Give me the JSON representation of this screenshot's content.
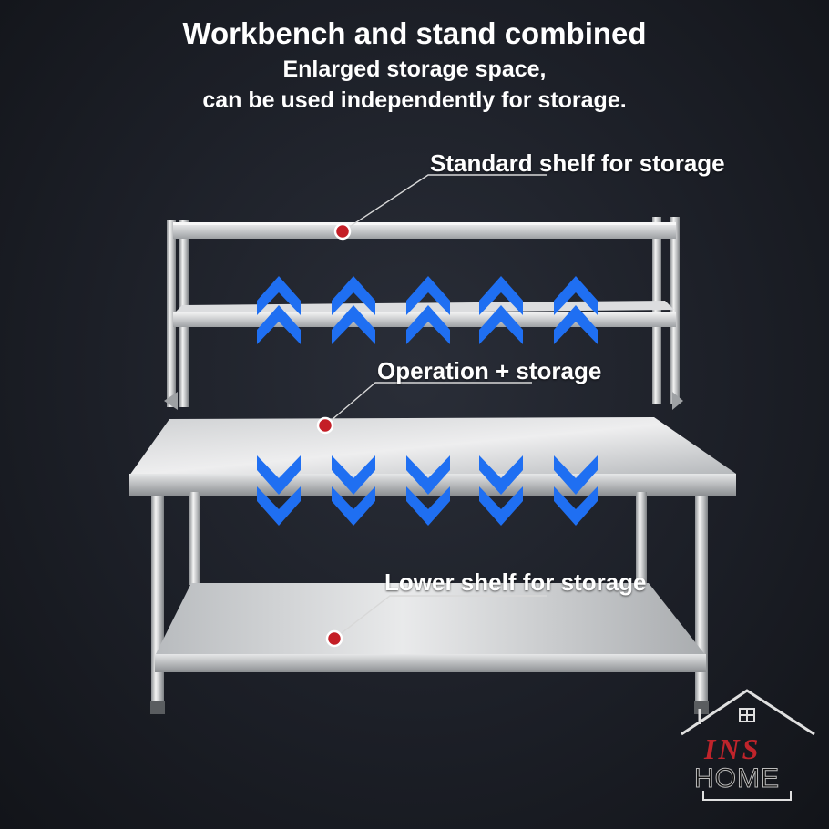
{
  "heading": {
    "title": "Workbench and stand combined",
    "subtitle_line1": "Enlarged storage space,",
    "subtitle_line2": "can be used independently for storage."
  },
  "callouts": [
    {
      "label": "Standard shelf for storage"
    },
    {
      "label": "Operation + storage"
    },
    {
      "label": "Lower shelf for storage"
    }
  ],
  "logo": {
    "top": "INS",
    "bottom": "HOME"
  },
  "colors": {
    "arrow": "#1f6ff2",
    "marker": "#c41e26",
    "text": "#ffffff",
    "logo_red": "#c0242b"
  },
  "icons": {
    "up_arrows": "double-chevron-up-icon",
    "down_arrows": "double-chevron-down-icon"
  }
}
